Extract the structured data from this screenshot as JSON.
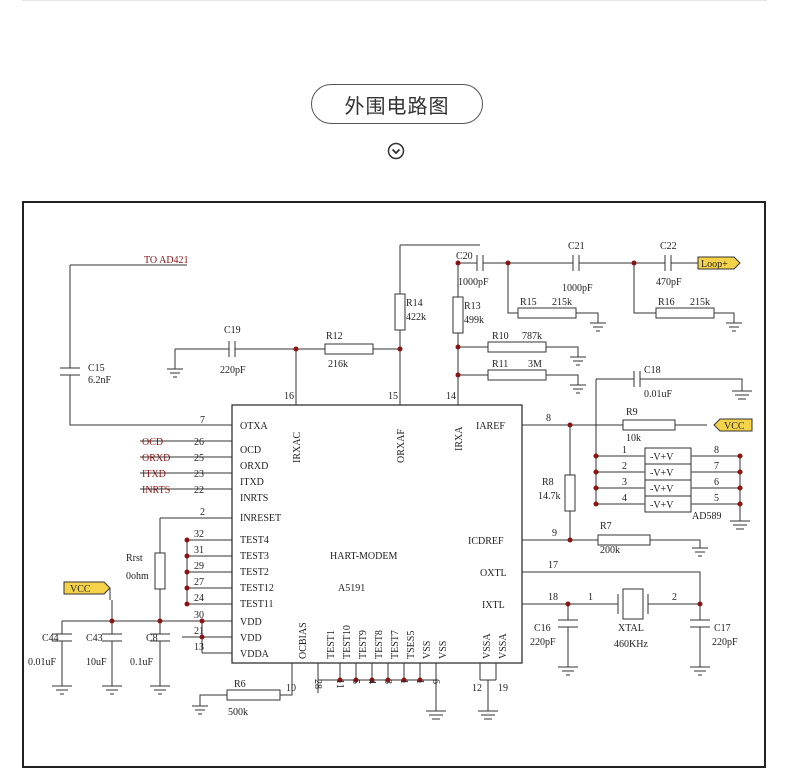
{
  "header": {
    "title": "外围电路图"
  },
  "schematic": {
    "chip": {
      "name": "HART-MODEM",
      "part": "A5191",
      "left_pins": [
        {
          "num": "7",
          "name": "OTXA"
        },
        {
          "num": "26",
          "name": "OCD"
        },
        {
          "num": "25",
          "name": "ORXD"
        },
        {
          "num": "23",
          "name": "ITXD"
        },
        {
          "num": "22",
          "name": "INRTS"
        },
        {
          "num": "2",
          "name": "INRESET"
        },
        {
          "num": "32",
          "name": "TEST4"
        },
        {
          "num": "31",
          "name": "TEST3"
        },
        {
          "num": "29",
          "name": "TEST2"
        },
        {
          "num": "27",
          "name": "TEST12"
        },
        {
          "num": "24",
          "name": "TEST11"
        },
        {
          "num": "30",
          "name": "VDD"
        },
        {
          "num": "21",
          "name": "VDD"
        },
        {
          "num": "13",
          "name": "VDDA"
        }
      ],
      "top_pins": [
        {
          "num": "16",
          "name": "IRXAC"
        },
        {
          "num": "15",
          "name": "ORXAF"
        },
        {
          "num": "14",
          "name": "IRXA"
        }
      ],
      "right_pins": [
        {
          "num": "8",
          "name": "IAREF"
        },
        {
          "num": "9",
          "name": "ICDREF"
        },
        {
          "num": "17",
          "name": "OXTL"
        },
        {
          "num": "18",
          "name": "IXTL"
        }
      ],
      "bottom_pins": [
        {
          "num": "10",
          "name": "OCBIAS"
        },
        {
          "num": "28",
          "name": "TEST1"
        },
        {
          "num": "11",
          "name": "TEST10"
        },
        {
          "num": "5",
          "name": "TEST9"
        },
        {
          "num": "4",
          "name": "TEST8"
        },
        {
          "num": "3",
          "name": "TEST7"
        },
        {
          "num": "1",
          "name": "TSES5"
        },
        {
          "num": "1",
          "name": "VSS"
        },
        {
          "num": "6",
          "name": "VSS"
        },
        {
          "num": "12",
          "name": "VSSA"
        },
        {
          "num": "19",
          "name": "VSSA"
        }
      ]
    },
    "signals": {
      "ocd": "OCD",
      "orxd": "ORXD",
      "itxd": "ITXD",
      "inrts": "INRTS",
      "to_ad421": "TO AD421"
    },
    "ports": {
      "loop": "Loop+",
      "vcc_right": "VCC",
      "vcc_left": "VCC"
    },
    "components": {
      "c15": {
        "ref": "C15",
        "value": "6.2nF"
      },
      "c19": {
        "ref": "C19",
        "value": "220pF"
      },
      "r12": {
        "ref": "R12",
        "value": "216k"
      },
      "r14": {
        "ref": "R14",
        "value": "422k"
      },
      "c20": {
        "ref": "C20",
        "value": "1000pF"
      },
      "r13": {
        "ref": "R13",
        "value": "499k"
      },
      "c21": {
        "ref": "C21",
        "value": "1000pF"
      },
      "r15": {
        "ref": "R15",
        "value": "215k"
      },
      "c22": {
        "ref": "C22",
        "value": "470pF"
      },
      "r16": {
        "ref": "R16",
        "value": "215k"
      },
      "r10": {
        "ref": "R10",
        "value": "787k"
      },
      "r11": {
        "ref": "R11",
        "value": "3M"
      },
      "c18": {
        "ref": "C18",
        "value": "0.01uF"
      },
      "r9": {
        "ref": "R9",
        "value": "10k"
      },
      "r8": {
        "ref": "R8",
        "value": "14.7k"
      },
      "r7": {
        "ref": "R7",
        "value": "200k"
      },
      "rrst": {
        "ref": "Rrst",
        "value": "0ohm"
      },
      "c44": {
        "ref": "C44",
        "value": "0.01uF"
      },
      "c43": {
        "ref": "C43",
        "value": "10uF"
      },
      "c8": {
        "ref": "C8",
        "value": "0.1uF"
      },
      "r6": {
        "ref": "R6",
        "value": "500k"
      },
      "c16": {
        "ref": "C16",
        "value": "220pF"
      },
      "c17": {
        "ref": "C17",
        "value": "220pF"
      },
      "xtal": {
        "ref": "XTAL",
        "value": "460KHz"
      }
    },
    "ad589": {
      "name": "AD589",
      "left_pins": [
        "1",
        "2",
        "3",
        "4"
      ],
      "right_pins": [
        "8",
        "7",
        "6",
        "5"
      ],
      "cells": [
        "-V+V",
        "-V+V",
        "-V+V",
        "-V+V"
      ]
    },
    "xtal_pins": {
      "left": "1",
      "right": "2"
    }
  }
}
